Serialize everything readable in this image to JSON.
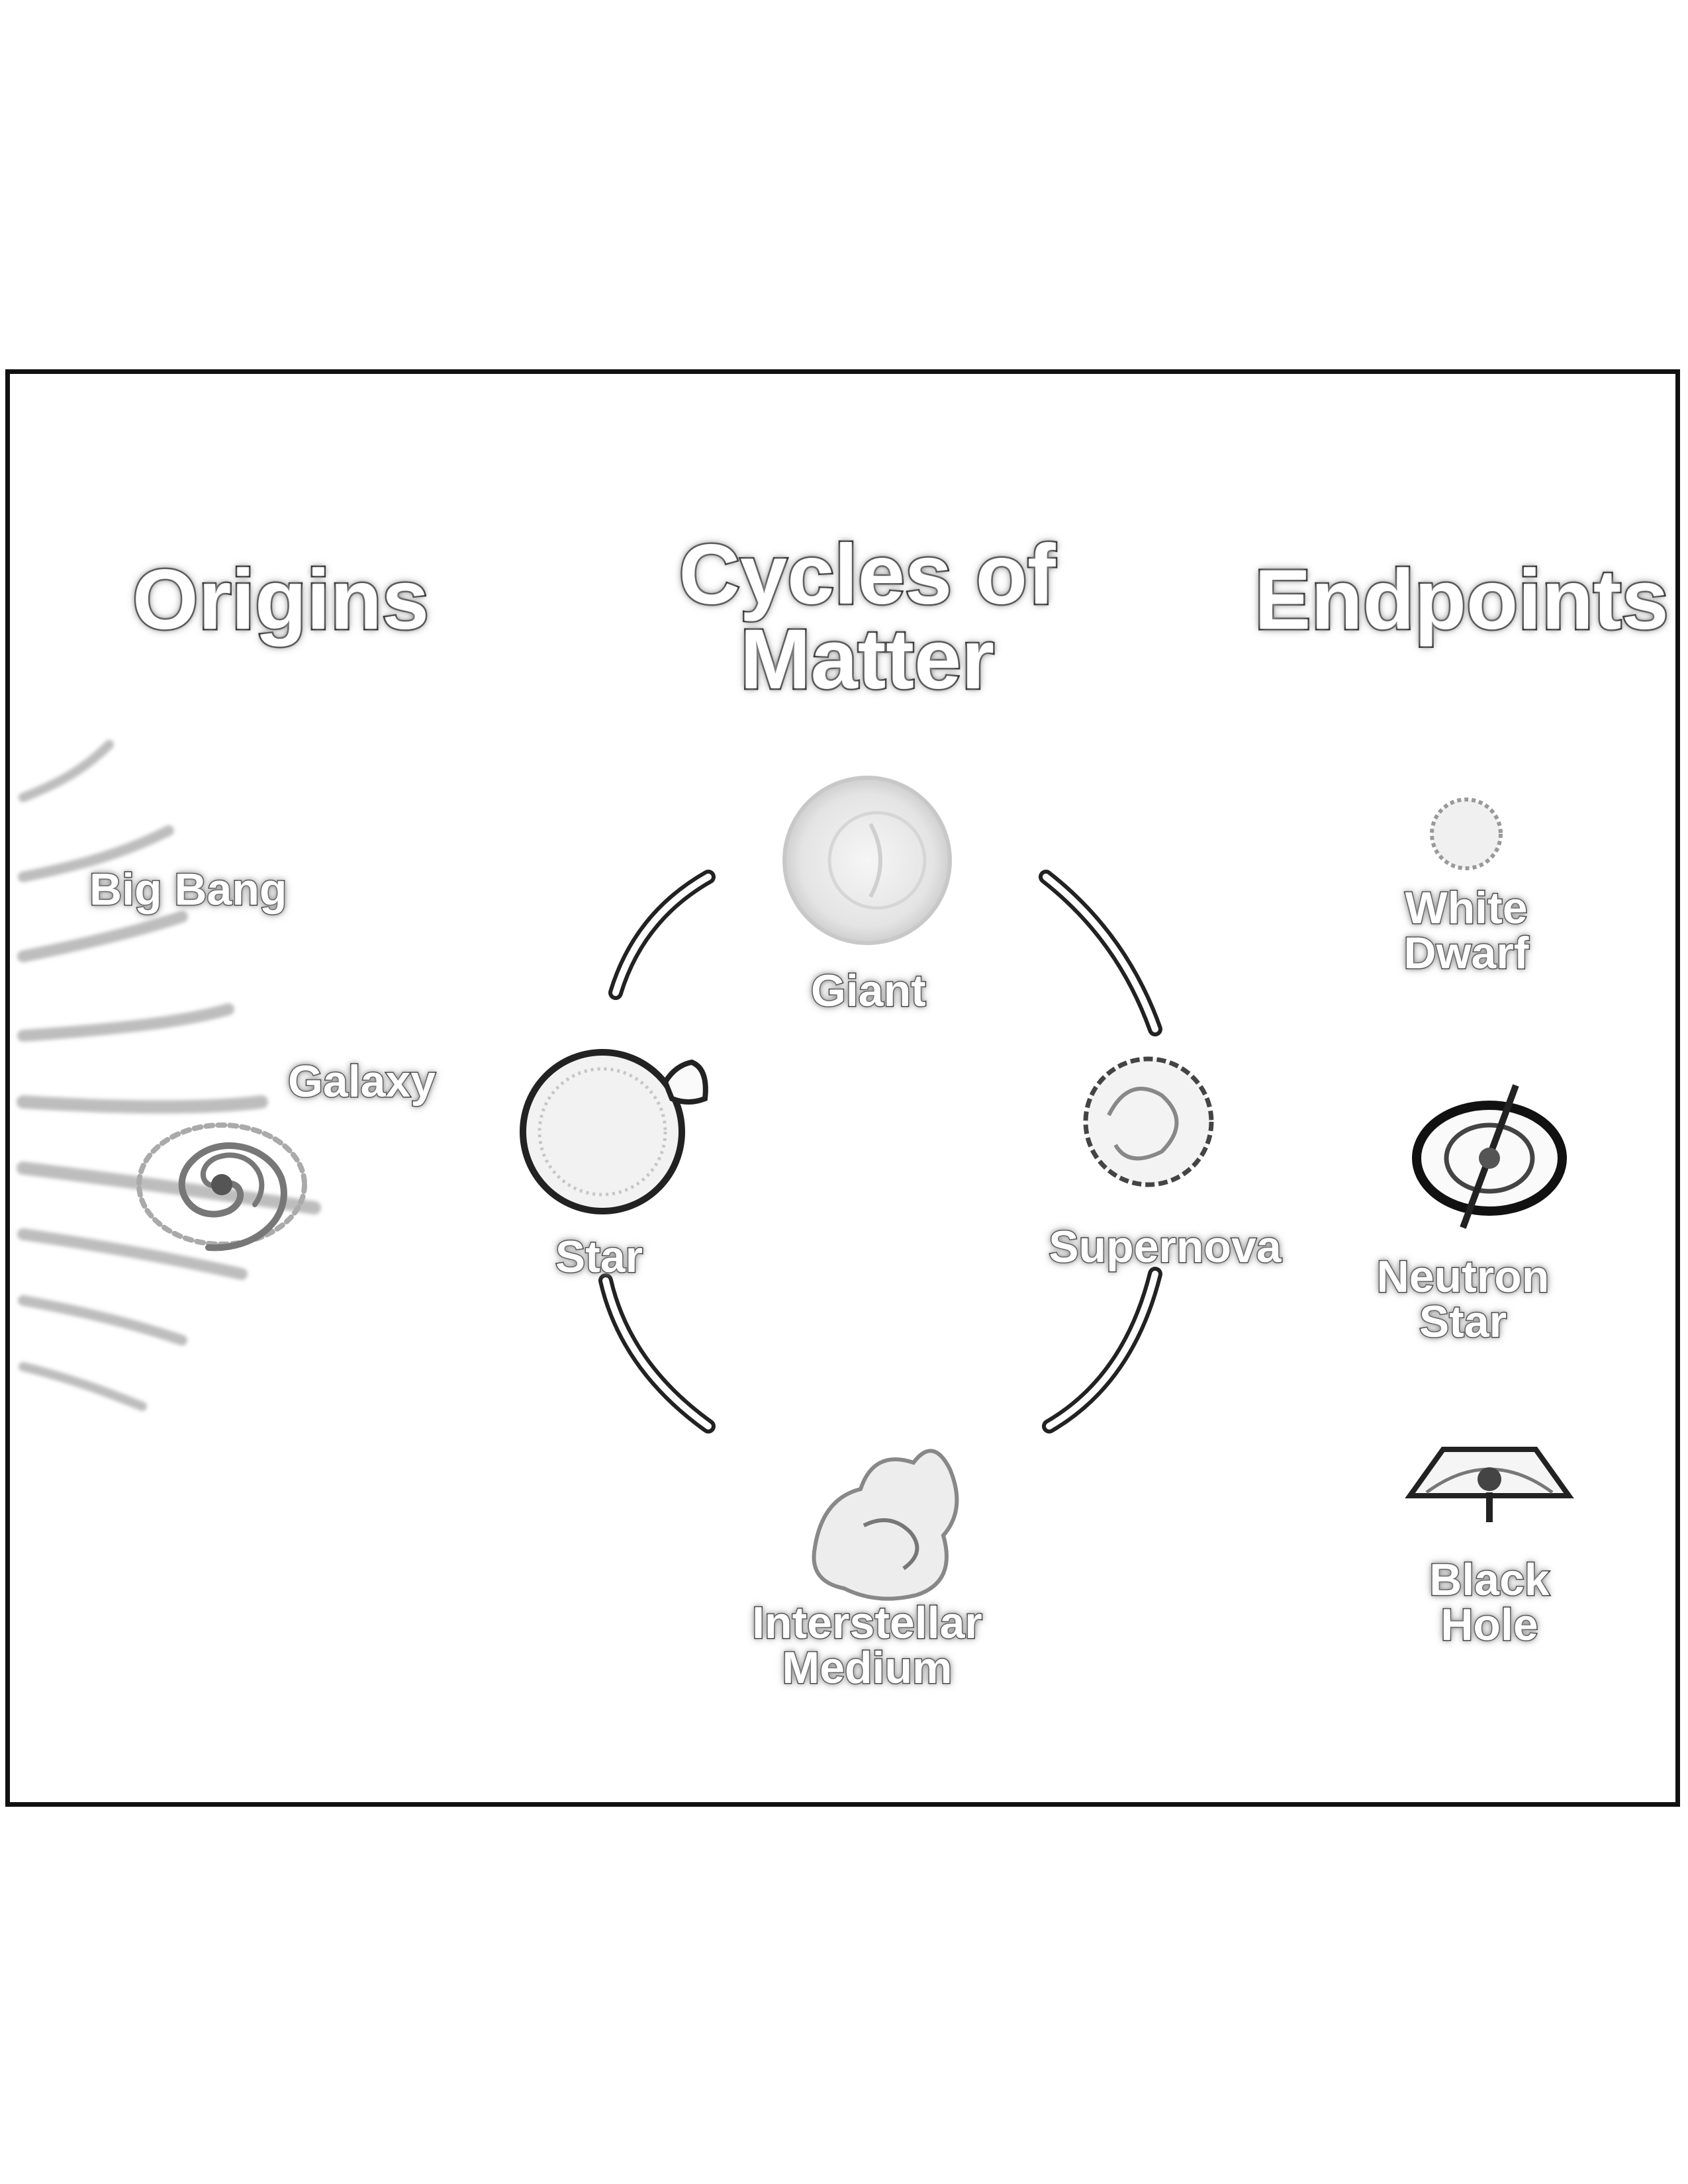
{
  "headings": {
    "origins": "Origins",
    "cycles": [
      "Cycles of",
      "Matter"
    ],
    "endpoints": "Endpoints"
  },
  "origins": {
    "big_bang": "Big Bang",
    "galaxy": "Galaxy"
  },
  "cycle": {
    "giant": "Giant",
    "supernova": "Supernova",
    "ism": [
      "Interstellar",
      "Medium"
    ],
    "star": "Star"
  },
  "endpoints": {
    "white_dwarf": [
      "White",
      "Dwarf"
    ],
    "neutron_star": [
      "Neutron",
      "Star"
    ],
    "black_hole": [
      "Black",
      "Hole"
    ]
  },
  "colors": {
    "ink": "#111111",
    "label_fill": "#ffffff"
  }
}
